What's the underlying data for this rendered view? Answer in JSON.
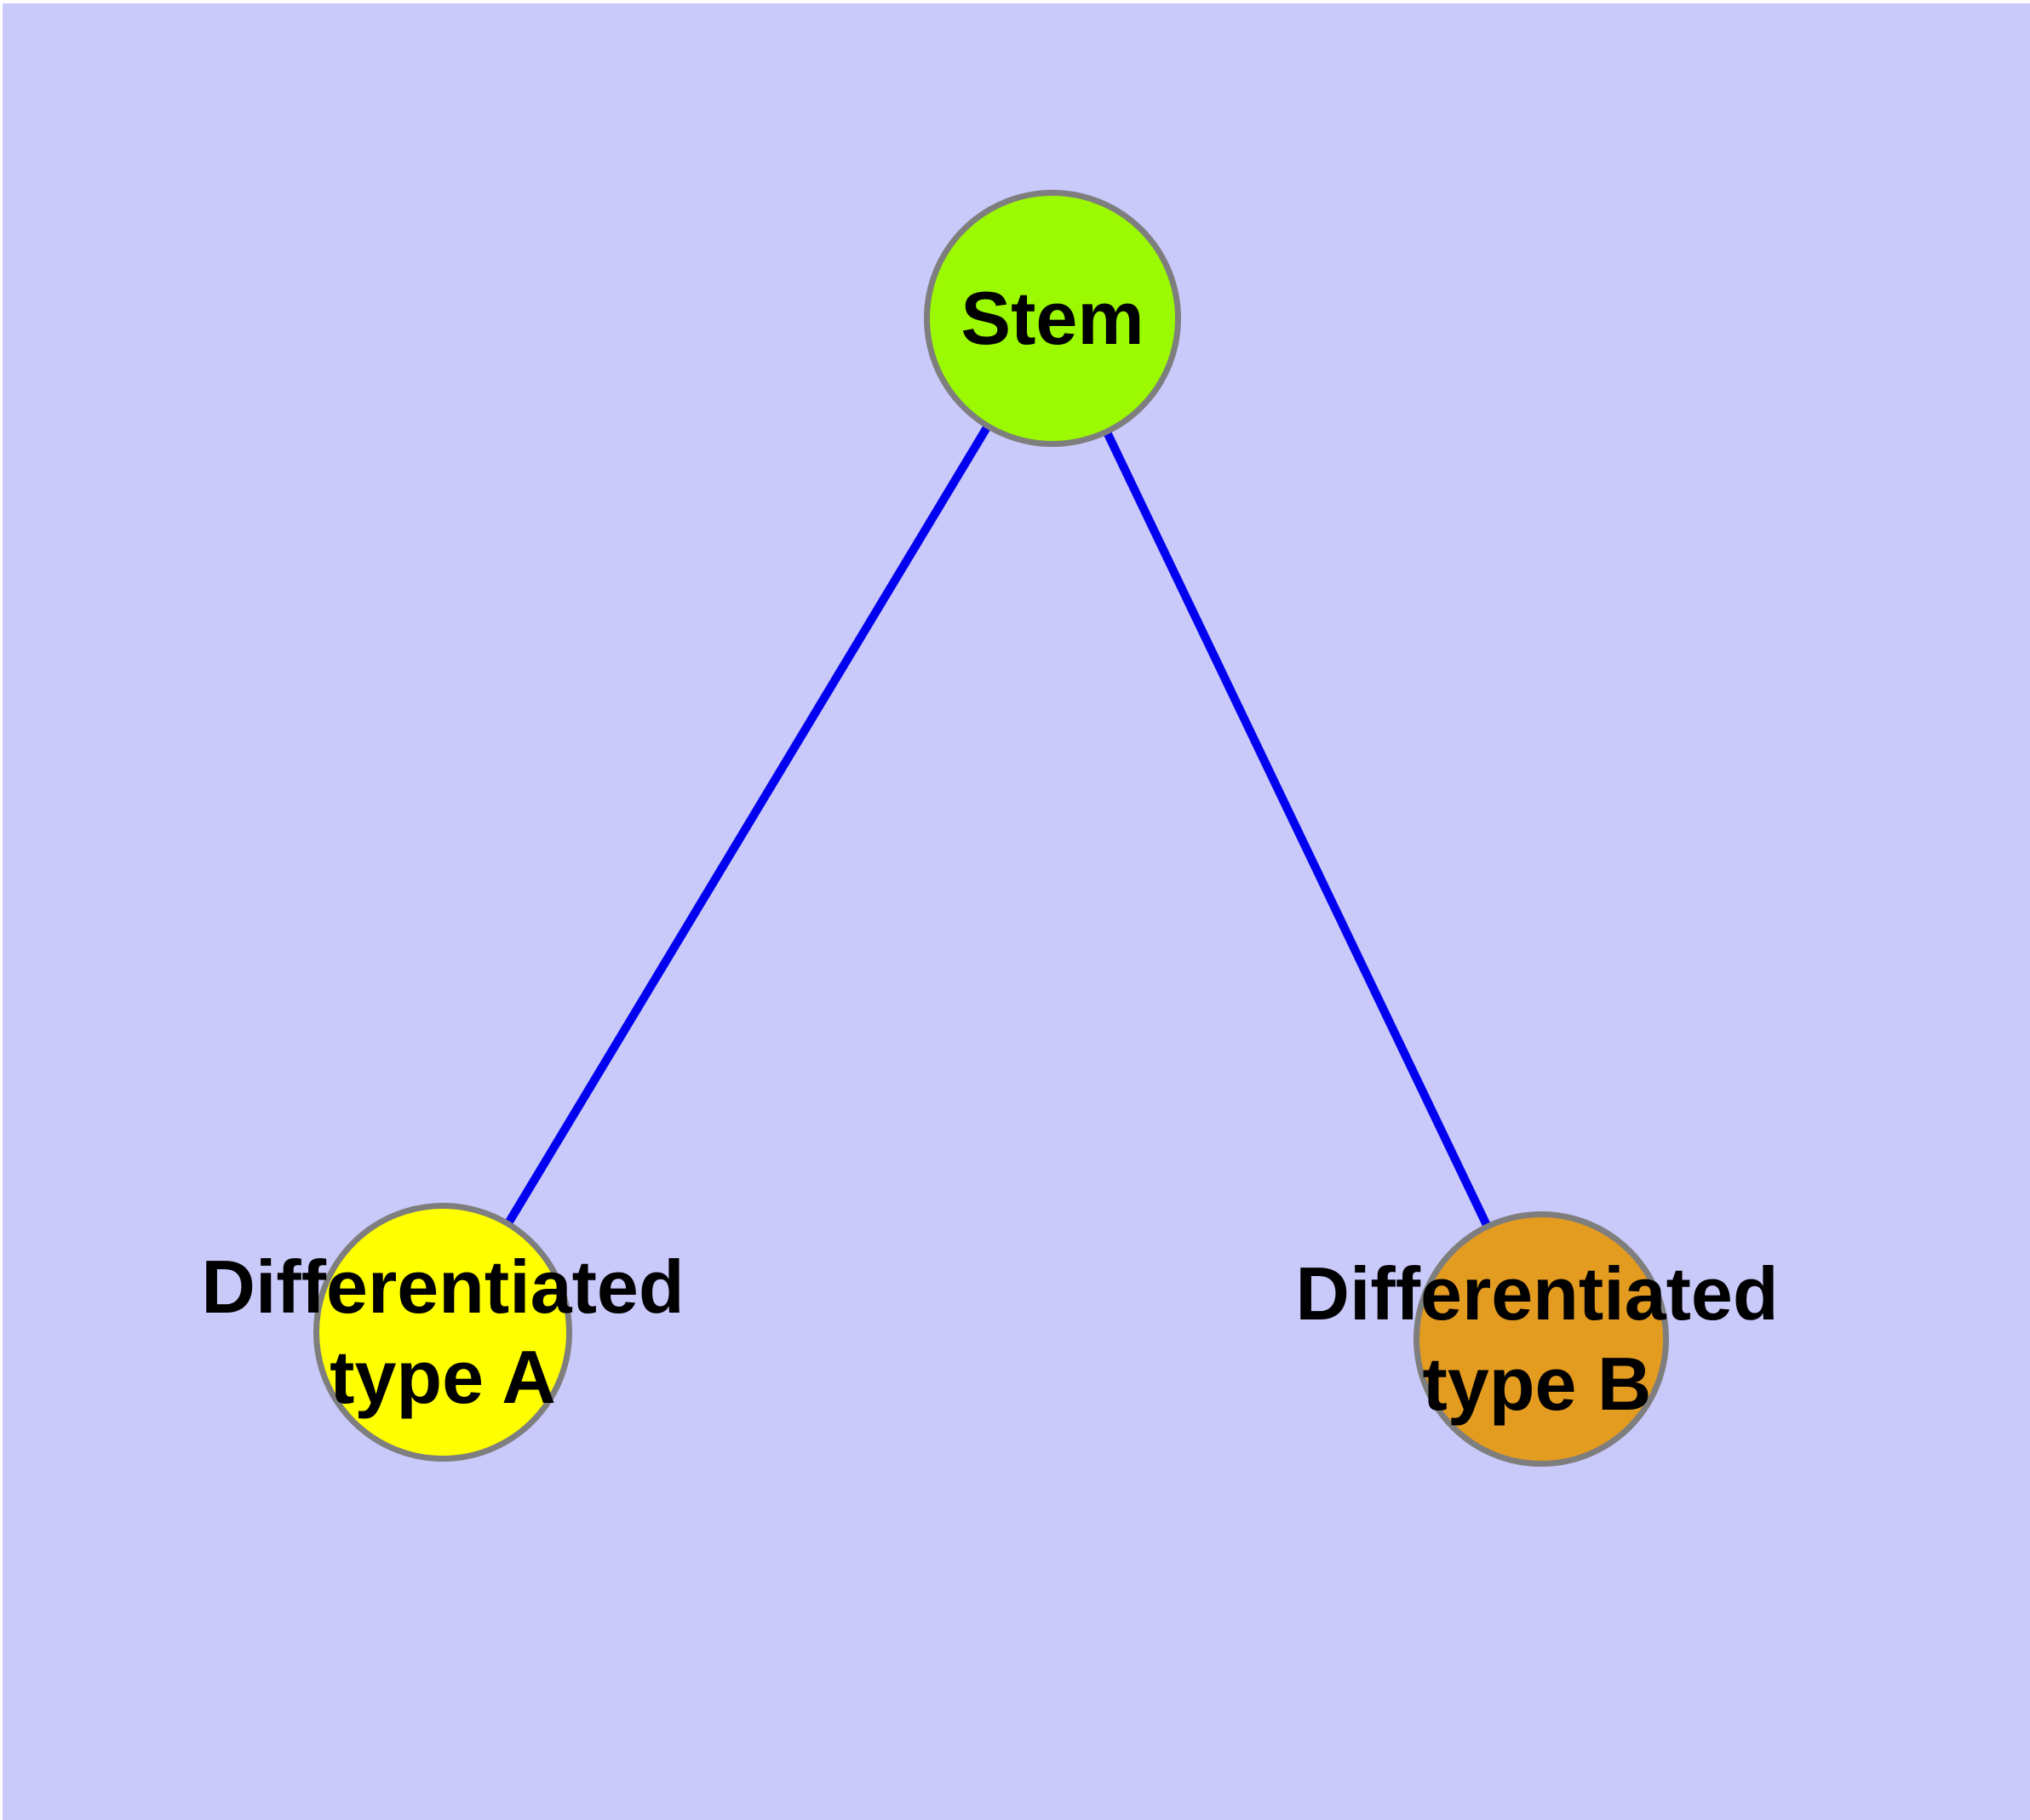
{
  "diagram": {
    "type": "node-link-graph",
    "background_color": "#C9C9FA",
    "edge_color": "#0101F0",
    "node_border_color": "#7E7E7E",
    "label_color": "#000000",
    "nodes": {
      "stem": {
        "label": "Stem",
        "fill": "#9BF901"
      },
      "type_a": {
        "label": "Differentiated\ntype A",
        "fill": "#FFFF00"
      },
      "type_b": {
        "label": "Differentiated\ntype B",
        "fill": "#E39B20"
      }
    },
    "edges": [
      {
        "from": "Stem",
        "to": "Differentiated type A"
      },
      {
        "from": "Stem",
        "to": "Differentiated type B"
      }
    ]
  }
}
